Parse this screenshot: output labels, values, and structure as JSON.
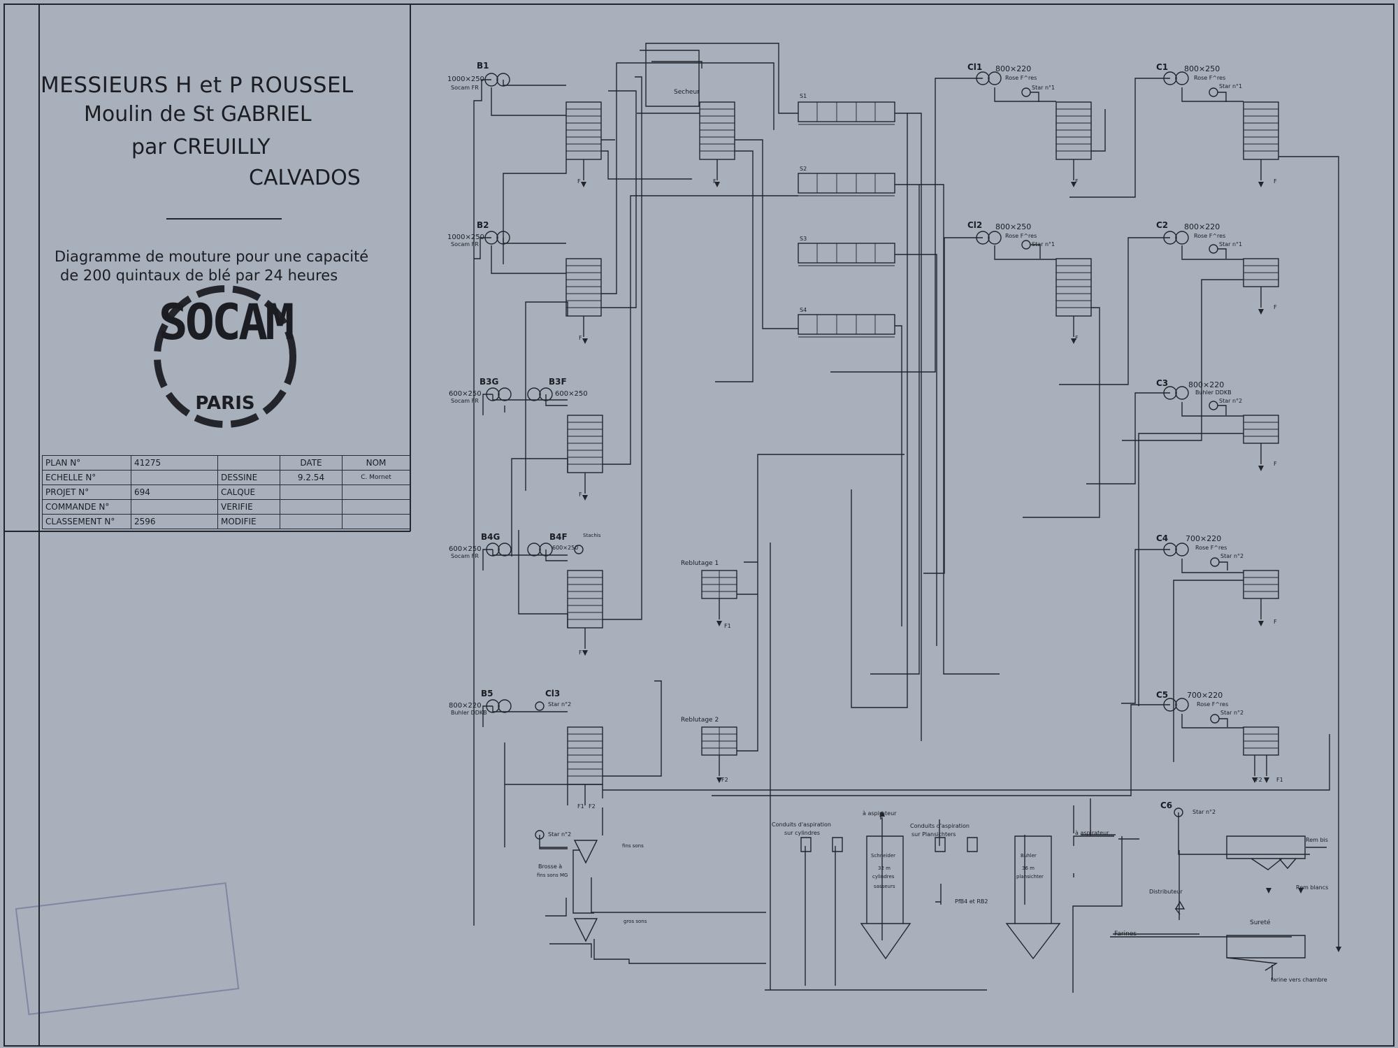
{
  "header": {
    "line1": "MESSIEURS   H et P ROUSSEL",
    "line2": "Moulin  de  St GABRIEL",
    "line3": "par  CREUILLY",
    "line4": "CALVADOS",
    "subtitle1": "Diagramme de mouture pour une capacité",
    "subtitle2": "de 200 quintaux de blé par 24  heures"
  },
  "logo": {
    "name": "SOCAM",
    "city": "PARIS"
  },
  "cartouche": {
    "plan_label": "PLAN N°",
    "plan_value": "41275",
    "echelle_label": "ECHELLE N°",
    "projet_label": "PROJET N°",
    "projet_value": "694",
    "commande_label": "COMMANDE N°",
    "classement_label": "CLASSEMENT N°",
    "classement_value": "2596",
    "date_header": "DATE",
    "nom_header": "NOM",
    "dessine_label": "DESSINE",
    "dessine_date": "9.2.54",
    "dessine_nom": "C. Mornet",
    "calque_label": "CALQUE",
    "verifie_label": "VERIFIE",
    "modifie_label": "MODIFIE"
  },
  "diagram": {
    "B1": "B1",
    "B1_size": "1000×250",
    "B1_make": "Socam FR",
    "B2": "B2",
    "B2_size": "1000×250",
    "B2_make": "Socam FR",
    "B3G": "B3G",
    "B3G_size": "600×250",
    "B3G_make": "Socam FR",
    "B3F": "B3F",
    "B3F_size": "600×250",
    "B4G": "B4G",
    "B4G_size": "600×250",
    "B4G_make": "Socam FR",
    "B4F": "B4F",
    "B4F_size": "600×250",
    "B4F_note": "Stachis",
    "B5": "B5",
    "B5_size": "800×220",
    "B5_make": "Buhler DDKB",
    "Cl3": "Cl3",
    "Cl3_star": "Star n°2",
    "secheur": "Secheur",
    "S1": "S1",
    "S2": "S2",
    "S3": "S3",
    "S4": "S4",
    "Cl1": "Cl1",
    "Cl1_size": "800×220",
    "Cl1_make": "Rose F^res",
    "Cl1_star": "Star n°1",
    "Cl2": "Cl2",
    "Cl2_size": "800×250",
    "Cl2_make": "Rose F^res",
    "Cl2_star": "Star n°1",
    "C1": "C1",
    "C1_size": "800×250",
    "C1_make": "Rose F^res",
    "C1_star": "Star n°1",
    "C2": "C2",
    "C2_size": "800×220",
    "C2_make": "Rose F^res",
    "C2_star": "Star n°1",
    "C3": "C3",
    "C3_size": "800×220",
    "C3_make": "Buhler DDKB",
    "C3_star": "Star n°2",
    "C4": "C4",
    "C4_size": "700×220",
    "C4_make": "Rose F^res",
    "C4_star": "Star n°2",
    "C5": "C5",
    "C5_size": "700×220",
    "C5_make": "Rose F^res",
    "C5_star": "Star n°2",
    "C6": "C6",
    "C6_star": "Star n°2",
    "reblutage1": "Reblutage 1",
    "reblutage2": "Reblutage 2",
    "F": "F",
    "F1": "F1",
    "F2": "F2",
    "star2_left": "Star n°2",
    "fins_sons": "fins sons",
    "brosse1": "Brosse  à",
    "brosse2": "fins sons MG",
    "gros_sons": "gros sons",
    "conduits_cyl1": "Conduits d'aspiration",
    "conduits_cyl2": "sur  cylindres",
    "conduits_pl1": "Conduits d'aspiration",
    "conduits_pl2": "sur Plansichters",
    "aspirateur": "à aspirateur",
    "schneider1": "Schneider",
    "schneider2": "32 m",
    "schneider3": "cylindres",
    "schneider4": "sasseurs",
    "buhler1": "Buhler",
    "buhler2": "36 m",
    "buhler3": "plansichter",
    "pfb": "PfB4 et RB2",
    "aspirateur2": "à aspirateur",
    "rem_bis": "Rem bis",
    "rem_blancs": "Rem blancs",
    "distributeur": "Distributeur",
    "surete": "Sureté",
    "farines": "Farines",
    "farine_vers": "farine vers chambre"
  }
}
